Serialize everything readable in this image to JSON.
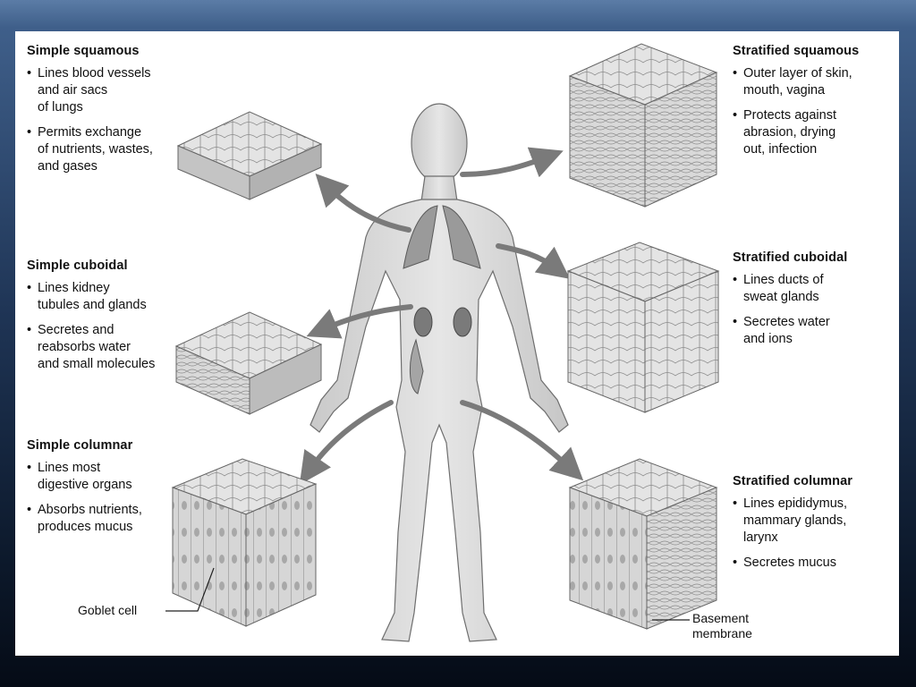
{
  "tissues": [
    {
      "id": "simple-squamous",
      "title": "Simple squamous",
      "bullets": [
        "Lines blood vessels\nand air sacs\nof lungs",
        "Permits exchange\nof nutrients, wastes,\nand gases"
      ]
    },
    {
      "id": "simple-cuboidal",
      "title": "Simple cuboidal",
      "bullets": [
        "Lines kidney\ntubules and glands",
        "Secretes and\nreabsorbs water\nand small molecules"
      ]
    },
    {
      "id": "simple-columnar",
      "title": "Simple columnar",
      "bullets": [
        "Lines most\ndigestive organs",
        "Absorbs nutrients,\nproduces mucus"
      ]
    },
    {
      "id": "stratified-squamous",
      "title": "Stratified squamous",
      "bullets": [
        "Outer layer of skin,\nmouth, vagina",
        "Protects against\nabrasion, drying\nout, infection"
      ]
    },
    {
      "id": "stratified-cuboidal",
      "title": "Stratified cuboidal",
      "bullets": [
        "Lines ducts of\nsweat glands",
        "Secretes water\nand ions"
      ]
    },
    {
      "id": "stratified-columnar",
      "title": "Stratified columnar",
      "bullets": [
        "Lines epididymus,\nmammary glands,\nlarynx",
        "Secretes mucus"
      ]
    }
  ],
  "labels": {
    "goblet_cell": "Goblet  cell",
    "basement_membrane": "Basement\nmembrane"
  },
  "colors": {
    "body": "#d9d9d9",
    "outline": "#6e6e6e",
    "arrow": "#7a7a7a",
    "organ": "#9a9a9a"
  }
}
